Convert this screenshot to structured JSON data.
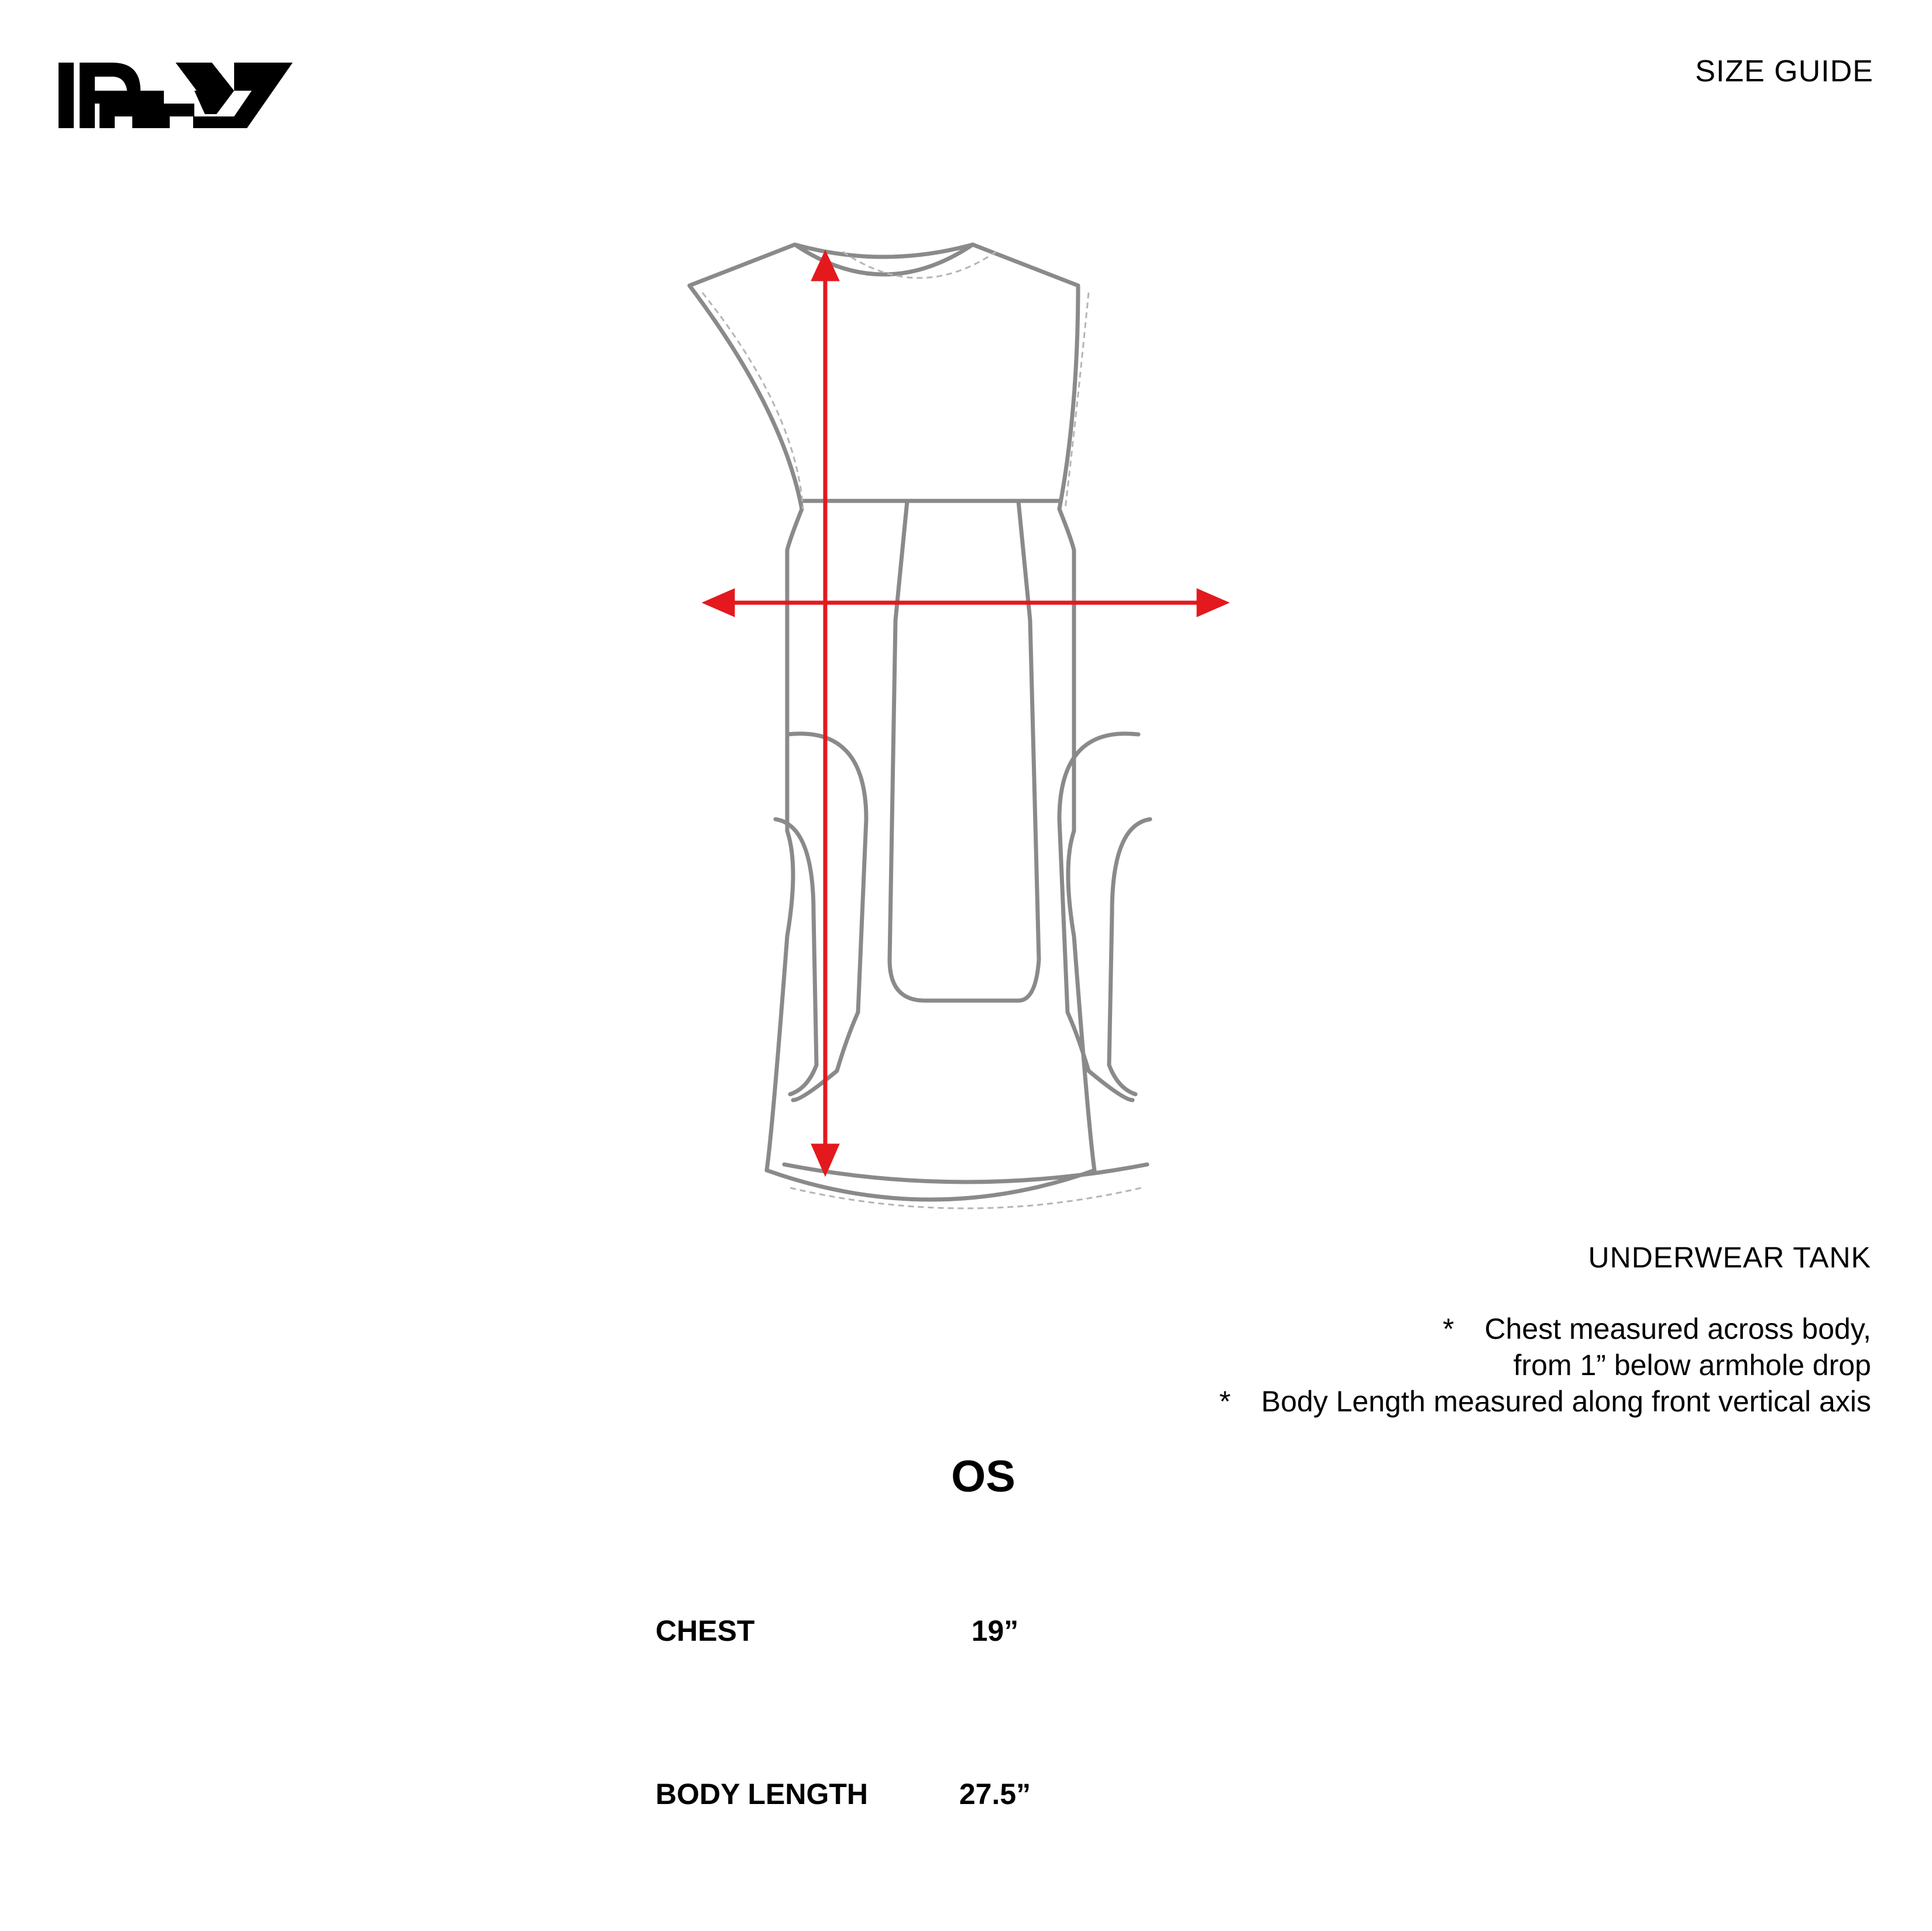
{
  "brand": {
    "logo_name": "brand-logo",
    "logo_lettering": "IDTTY"
  },
  "header": {
    "title": "SIZE GUIDE"
  },
  "illustration": {
    "subject": "underwear-tank-flat-sketch",
    "measure_color": "#e3191e",
    "line_color": "#8a8a8a"
  },
  "product": {
    "name": "UNDERWEAR TANK",
    "notes": [
      {
        "bullet": "*",
        "lines": [
          "Chest measured across body,",
          "from 1” below armhole drop"
        ]
      },
      {
        "bullet": "*",
        "lines": [
          "Body Length measured along front vertical axis"
        ]
      }
    ]
  },
  "size_chart": {
    "size": "OS",
    "rows": [
      {
        "label": "CHEST",
        "value": "19”"
      },
      {
        "label": "BODY LENGTH",
        "value": "27.5”"
      }
    ]
  }
}
